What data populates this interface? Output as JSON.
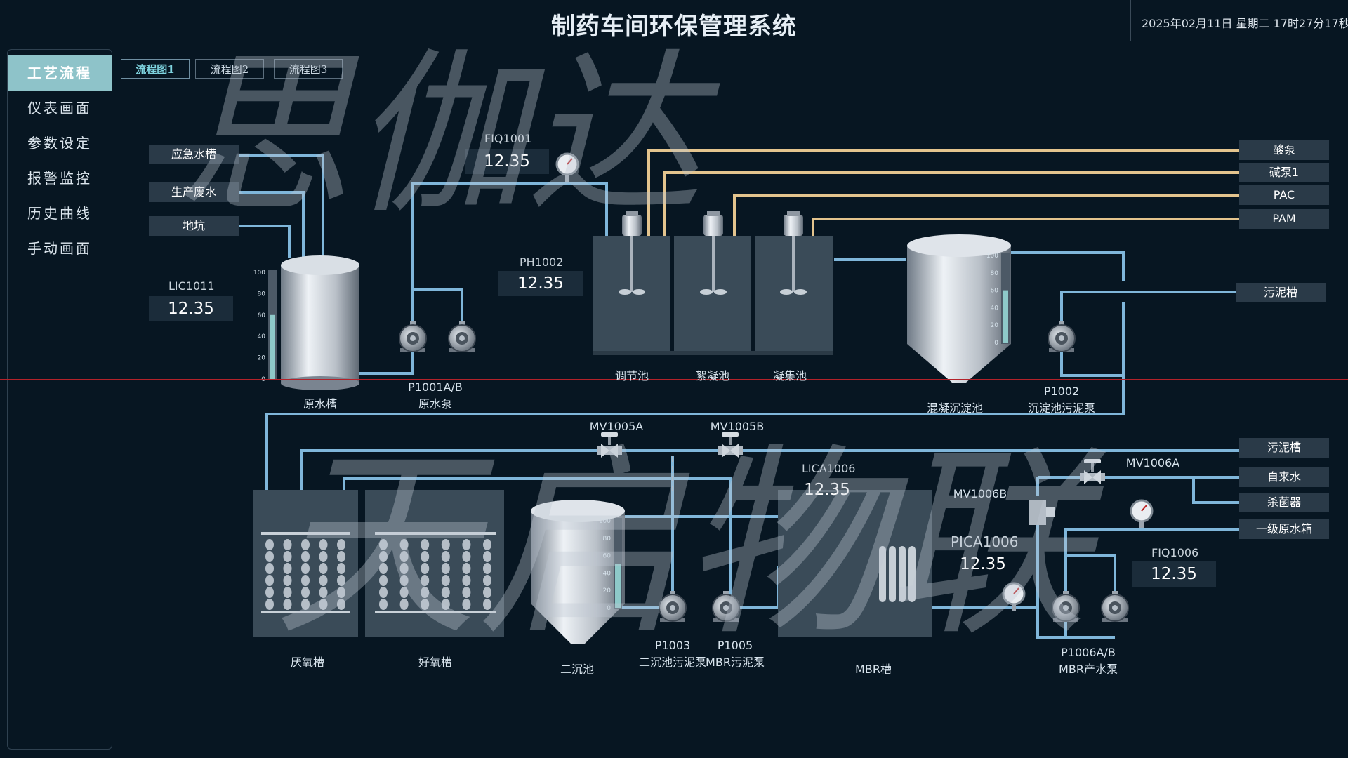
{
  "header": {
    "title": "制药车间环保管理系统",
    "datetime": "2025年02月11日 星期二 17时27分17秒"
  },
  "sidebar": {
    "items": [
      {
        "label": "工艺流程",
        "active": true
      },
      {
        "label": "仪表画面"
      },
      {
        "label": "参数设定"
      },
      {
        "label": "报警监控"
      },
      {
        "label": "历史曲线"
      },
      {
        "label": "手动画面"
      }
    ]
  },
  "tabs": [
    {
      "label": "流程图1",
      "active": true
    },
    {
      "label": "流程图2"
    },
    {
      "label": "流程图3"
    }
  ],
  "sources": {
    "emergency_tank": "应急水槽",
    "production_waste": "生产废水",
    "sump": "地坑"
  },
  "chem_feeds": {
    "acid_pump": "酸泵",
    "alkali_pump": "碱泵1",
    "pac": "PAC",
    "pam": "PAM"
  },
  "outlets": {
    "sludge_tank_top": "污泥槽",
    "sludge_tank_bottom": "污泥槽",
    "tap_water": "自来水",
    "sterilizer": "杀菌器",
    "primary_raw_tank": "一级原水箱"
  },
  "instruments": {
    "lic1011": {
      "tag": "LIC1011",
      "value": "12.35"
    },
    "fiq1001": {
      "tag": "FIQ1001",
      "value": "12.35"
    },
    "ph1002": {
      "tag": "PH1002",
      "value": "12.35"
    },
    "lica1006": {
      "tag": "LICA1006",
      "value": "12.35"
    },
    "pica1006": {
      "tag": "PICA1006",
      "value": "12.35"
    },
    "fiq1006": {
      "tag": "FIQ1006",
      "value": "12.35"
    }
  },
  "equipment": {
    "raw_tank": "原水槽",
    "raw_pump_tag": "P1001A/B",
    "raw_pump_name": "原水泵",
    "regulating_tank": "调节池",
    "flocculation_tank": "絮凝池",
    "coagulation_tank": "凝集池",
    "clarifier": "混凝沉淀池",
    "clarifier_pump_tag": "P1002",
    "clarifier_pump_name": "沉淀池污泥泵",
    "anoxic_tank": "厌氧槽",
    "aerobic_tank": "好氧槽",
    "secondary_clarifier": "二沉池",
    "p1003_tag": "P1003",
    "p1003_name": "二沉池污泥泵",
    "p1005_tag": "P1005",
    "p1005_name": "MBR污泥泵",
    "mbr_tank": "MBR槽",
    "mbr_pump_tag": "P1006A/B",
    "mbr_pump_name": "MBR产水泵"
  },
  "valves": {
    "mv1005a": "MV1005A",
    "mv1005b": "MV1005B",
    "mv1006a": "MV1006A",
    "mv1006b": "MV1006B"
  },
  "level_scale": [
    "100",
    "80",
    "60",
    "40",
    "20",
    "0"
  ],
  "levels": {
    "raw_tank": 0.6,
    "clarifier": 0.6,
    "secondary_clarifier": 0.5
  },
  "watermarks": {
    "top": "思伽达",
    "bottom": "天启物联"
  },
  "colors": {
    "pipe": "#7fb6da",
    "chem_pipe": "#e3c48e",
    "alarm_line": "#b3222a"
  }
}
